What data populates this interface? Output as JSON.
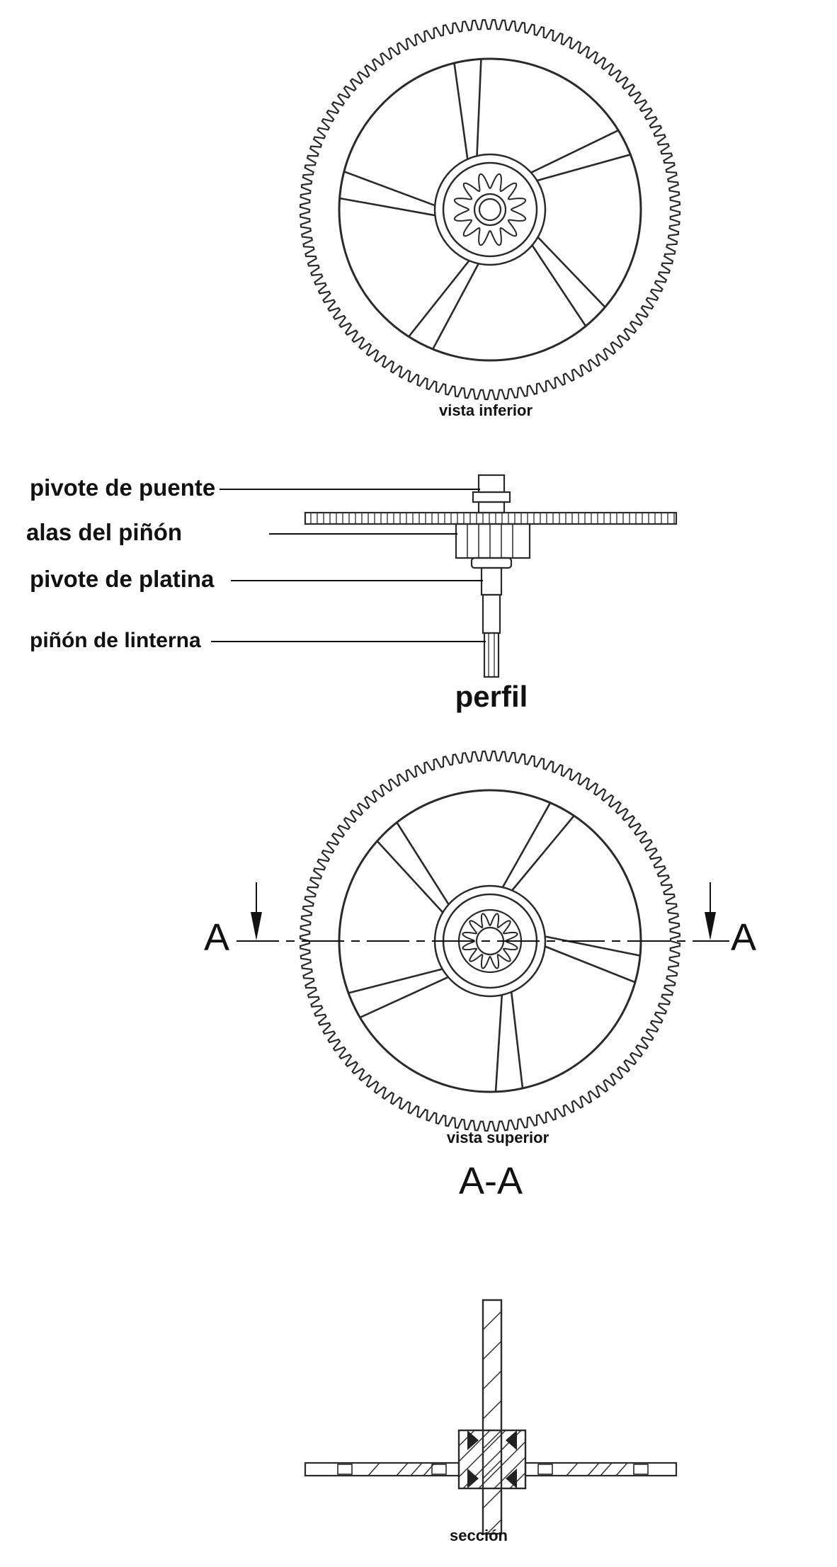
{
  "views": {
    "bottom": {
      "caption": "vista inferior"
    },
    "profile": {
      "caption": "perfil",
      "labels": [
        "pivote de puente",
        "alas del piñón",
        "pivote de platina",
        "piñón de linterna"
      ]
    },
    "top": {
      "caption": "vista superior",
      "section_mark": "A"
    },
    "section": {
      "title": "A-A",
      "caption": "sección"
    }
  },
  "drawing": {
    "ink_color": "#2a2a2a",
    "background": "#ffffff",
    "wheel_teeth": 120,
    "pinion_leaves": 12,
    "spokes": 5
  }
}
